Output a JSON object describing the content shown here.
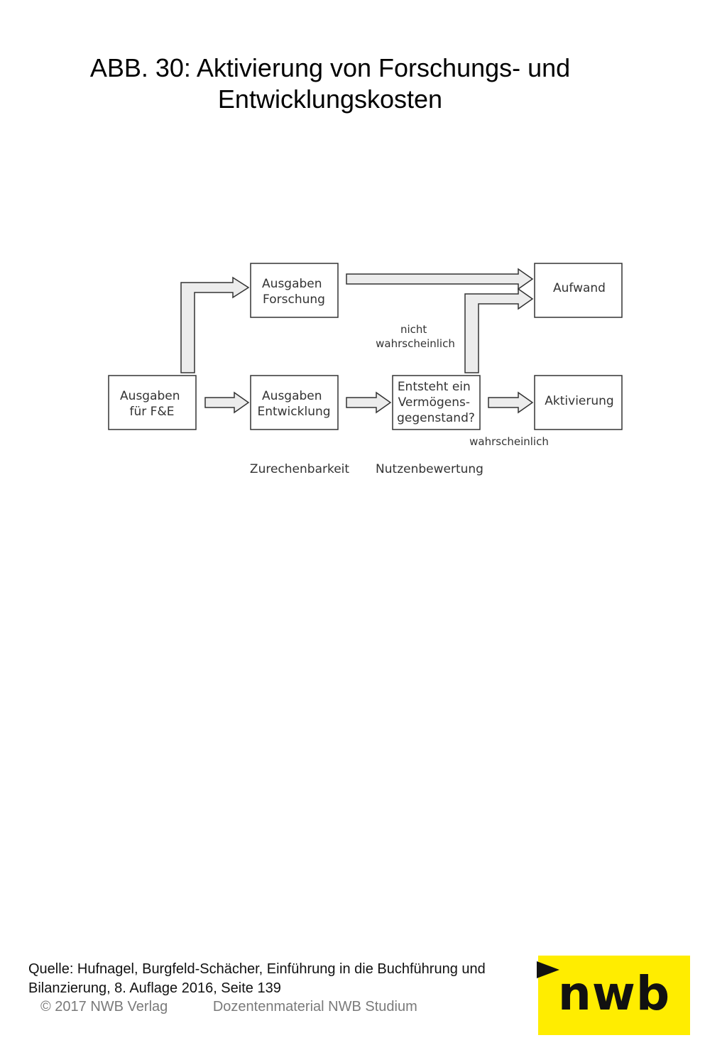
{
  "title": {
    "line1": "ABB. 30: Aktivierung von Forschungs- und",
    "line2": "Entwicklungskosten"
  },
  "diagram": {
    "boxes": {
      "fe": [
        "Ausgaben",
        "für F&E"
      ],
      "forschung": [
        "Ausgaben",
        "Forschung"
      ],
      "entwicklung": [
        "Ausgaben",
        "Entwicklung"
      ],
      "vermoegen": [
        "Entsteht ein",
        "Vermögens-",
        "gegenstand?"
      ],
      "aufwand": [
        "Aufwand"
      ],
      "aktivierung": [
        "Aktivierung"
      ]
    },
    "labels": {
      "nicht_wahrscheinlich": [
        "nicht",
        "wahrscheinlich"
      ],
      "wahrscheinlich": "wahrscheinlich"
    },
    "captions": {
      "zurechenbarkeit": "Zurechenbarkeit",
      "nutzenbewertung": "Nutzenbewertung"
    }
  },
  "source": {
    "line1": "Quelle: Hufnagel, Burgfeld-Schächer, Einführung in die Buchführung und",
    "line2": "Bilanzierung, 8. Auflage 2016, Seite 139"
  },
  "footer": {
    "copyright": "© 2017 NWB Verlag",
    "material": "Dozentenmaterial NWB Studium"
  },
  "logo": {
    "text": "nwb",
    "background_color": "#ffed00"
  }
}
